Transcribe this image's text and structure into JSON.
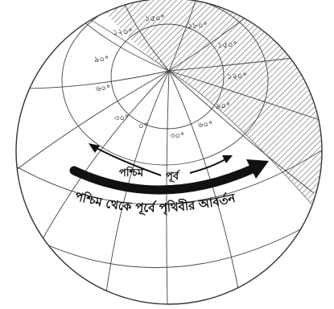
{
  "diagram": {
    "degree_labels": [
      {
        "id": "deg-150",
        "text": "১৫০°"
      },
      {
        "id": "deg-180",
        "text": "১৮০°"
      },
      {
        "id": "deg-120-left",
        "text": "১২০°"
      },
      {
        "id": "deg-150-right",
        "text": "১৫০°"
      },
      {
        "id": "deg-90-left",
        "text": "৯০°"
      },
      {
        "id": "deg-120-right",
        "text": "১২০°"
      },
      {
        "id": "deg-60-left",
        "text": "৬০°"
      },
      {
        "id": "deg-90-right",
        "text": "৯০°"
      },
      {
        "id": "deg-30-left",
        "text": "৩০°"
      },
      {
        "id": "deg-0",
        "text": "০°"
      },
      {
        "id": "deg-30-right",
        "text": "৩০°"
      },
      {
        "id": "deg-60-right",
        "text": "৬০°"
      }
    ],
    "west_label": "পশ্চিম",
    "east_label": "পূর্ব",
    "rotation_caption": "পশ্চিম থেকে পূর্বে পৃথিবীর আবর্তন",
    "colors": {
      "line": "#333333",
      "arrow": "#111111",
      "hatch": "#555555",
      "background": "#ffffff"
    }
  }
}
